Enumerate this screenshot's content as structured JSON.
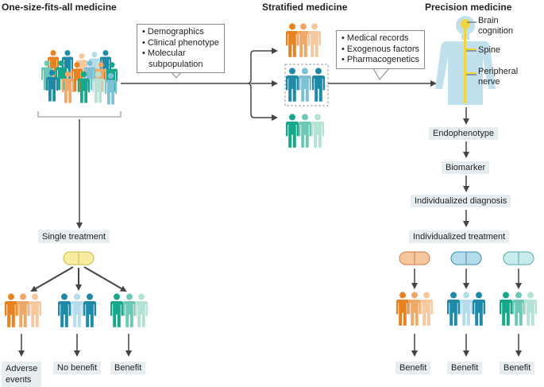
{
  "titles": {
    "one_size": "One-size-fits-all medicine",
    "stratified": "Stratified medicine",
    "precision": "Precision medicine"
  },
  "callout_stratified": [
    "Demographics",
    "Clinical phenotype",
    "Molecular",
    "subpopulation"
  ],
  "callout_precision": [
    "Medical records",
    "Exogenous factors",
    "Pharmacogenetics"
  ],
  "body_labels": {
    "brain": [
      "Brain",
      "cognition"
    ],
    "spine": "Spine",
    "nerve": [
      "Peripheral",
      "nerve"
    ]
  },
  "precision_steps": [
    "Endophenotype",
    "Biomarker",
    "Individualized diagnosis",
    "Individualized treatment"
  ],
  "single_treatment": "Single treatment",
  "outcomes_one_size": {
    "adverse": [
      "Adverse",
      "events"
    ],
    "no_benefit": "No benefit",
    "benefit": "Benefit"
  },
  "outcomes_precision": [
    "Benefit",
    "Benefit",
    "Benefit"
  ],
  "colors": {
    "orange": "#e8821e",
    "orange_mid": "#f0a868",
    "orange_light": "#f5c8a0",
    "blue": "#1e8aa8",
    "blue_mid": "#7cc0d4",
    "blue_light": "#b4dcea",
    "teal": "#17a88c",
    "teal_mid": "#6cc8b4",
    "teal_light": "#b4e2d6",
    "yellow": "#f8eca0",
    "box": "#e7eef1",
    "arrow": "#444444",
    "body": "#bfe0ec",
    "nerve": "#f2d43c"
  }
}
